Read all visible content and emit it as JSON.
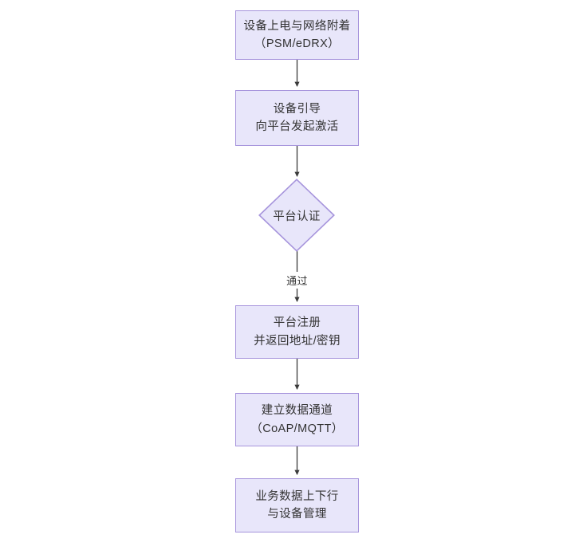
{
  "diagram": {
    "type": "flowchart",
    "orientation": "top-to-bottom",
    "background_color": "#ffffff",
    "node_fill_color": "#E8E6FA",
    "node_border_color": "#A694DC",
    "text_color": "#333333",
    "connector_color": "#3a3a3a",
    "nodes": [
      {
        "id": "n1",
        "shape": "rectangle",
        "line1": "设备上电与网络附着",
        "line2": "（PSM/eDRX）"
      },
      {
        "id": "n2",
        "shape": "rectangle",
        "line1": "设备引导",
        "line2": "向平台发起激活"
      },
      {
        "id": "n3",
        "shape": "diamond",
        "line1": "平台认证",
        "line2": ""
      },
      {
        "id": "n4",
        "shape": "rectangle",
        "line1": "平台注册",
        "line2": "并返回地址/密钥"
      },
      {
        "id": "n5",
        "shape": "rectangle",
        "line1": "建立数据通道",
        "line2": "（CoAP/MQTT）"
      },
      {
        "id": "n6",
        "shape": "rectangle",
        "line1": "业务数据上下行",
        "line2": "与设备管理"
      }
    ],
    "edges": [
      {
        "from": "n1",
        "to": "n2",
        "label": ""
      },
      {
        "from": "n2",
        "to": "n3",
        "label": ""
      },
      {
        "from": "n3",
        "to": "n4",
        "label": "通过"
      },
      {
        "from": "n4",
        "to": "n5",
        "label": ""
      },
      {
        "from": "n5",
        "to": "n6",
        "label": ""
      }
    ]
  }
}
